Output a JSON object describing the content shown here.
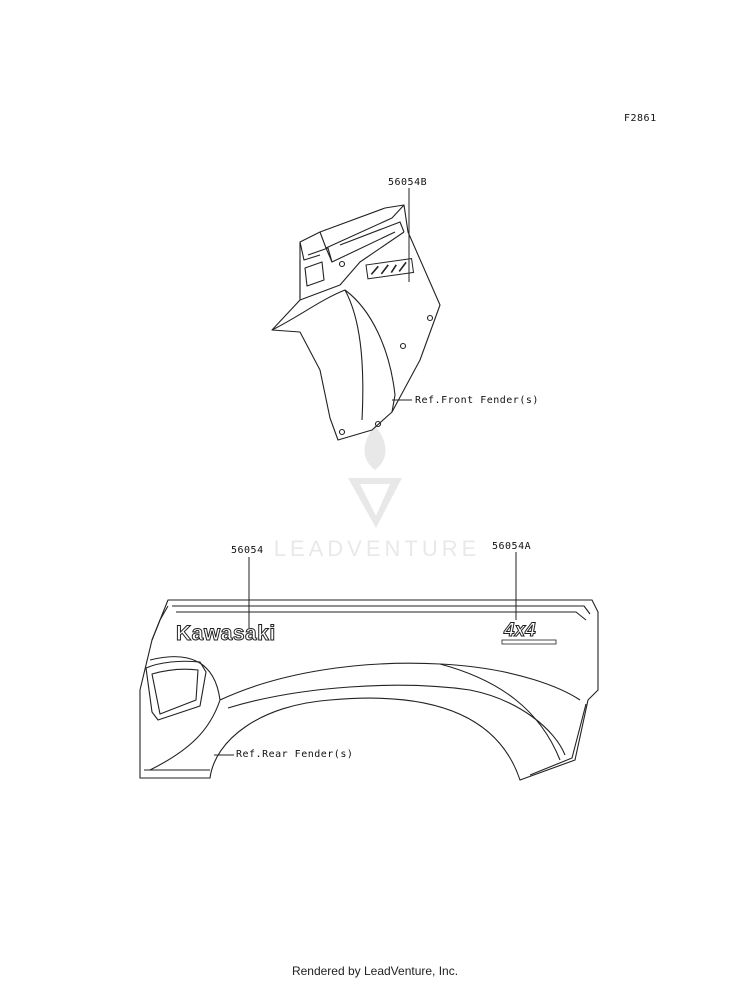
{
  "figure_id": "F2861",
  "watermark": "LEADVENTURE",
  "labels": {
    "front_part": "56054B",
    "front_ref": "Ref.Front Fender(s)",
    "rear_left_part": "56054",
    "rear_right_part": "56054A",
    "rear_ref": "Ref.Rear Fender(s)"
  },
  "decals": {
    "kawasaki": "Kawasaki",
    "four_by_four": "4x4"
  },
  "footer": "Rendered by LeadVenture, Inc."
}
